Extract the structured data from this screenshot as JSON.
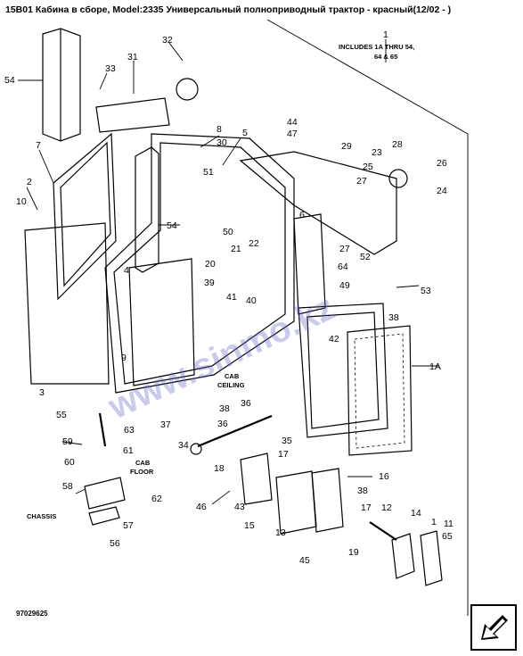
{
  "title": "15B01 Кабина в сборе, Model:2335 Универсальный полноприводный трактор - красный(12/02 - )",
  "callout_1": {
    "number": "1",
    "line1": "INCLUDES 1A THRU 54,",
    "line2": "64 & 65"
  },
  "labels": {
    "cab_ceiling_1": "CAB",
    "cab_ceiling_2": "CEILING",
    "cab_floor_1": "CAB",
    "cab_floor_2": "FLOOR",
    "chassis": "CHASSIS"
  },
  "doc_number": "97029625",
  "watermark": "www.sinmo.kz",
  "part_numbers": [
    "32",
    "33",
    "31",
    "54",
    "7",
    "2",
    "10",
    "8",
    "30",
    "5",
    "44",
    "47",
    "29",
    "23",
    "28",
    "25",
    "26",
    "27",
    "24",
    "51",
    "54",
    "50",
    "21",
    "22",
    "6",
    "27",
    "52",
    "20",
    "39",
    "41",
    "40",
    "64",
    "49",
    "53",
    "38",
    "42",
    "1A",
    "4",
    "9",
    "3",
    "55",
    "38",
    "37",
    "36",
    "63",
    "59",
    "61",
    "34",
    "35",
    "60",
    "18",
    "17",
    "16",
    "58",
    "62",
    "43",
    "46",
    "57",
    "56",
    "15",
    "13",
    "38",
    "17",
    "12",
    "14",
    "1",
    "11",
    "65",
    "19",
    "45",
    "1",
    "3",
    "36"
  ],
  "icons": {
    "nav": "arrow-down-left-icon"
  }
}
